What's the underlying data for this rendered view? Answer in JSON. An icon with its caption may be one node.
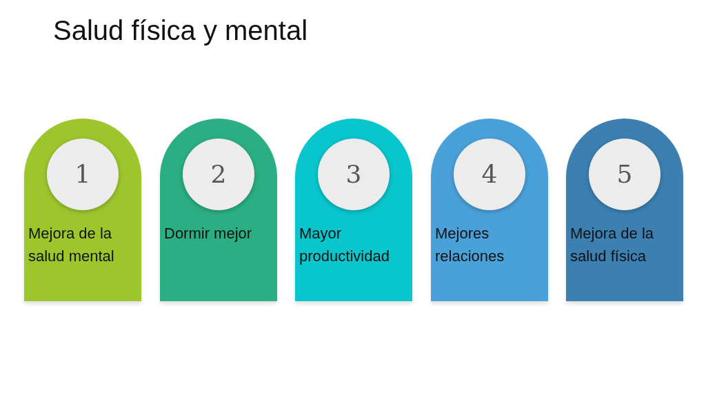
{
  "diagram": {
    "title": "Salud física y mental",
    "nodes": [
      {
        "text": [
          "Mejora de la salud mental"
        ]
      },
      {
        "text": [
          "1"
        ],
        "in": 0
      },
      {
        "text": [
          "Dormir mejor"
        ]
      },
      {
        "text": [
          "2"
        ],
        "in": 2
      },
      {
        "text": [
          "Mayor productividad"
        ]
      },
      {
        "text": [
          "3"
        ],
        "in": 4
      },
      {
        "text": [
          "Mejores relaciones"
        ]
      },
      {
        "text": [
          "4"
        ],
        "in": 6
      },
      {
        "text": [
          "Mejora de la salud física"
        ]
      },
      {
        "text": [
          "5"
        ],
        "in": 8
      }
    ],
    "edges": []
  }
}
